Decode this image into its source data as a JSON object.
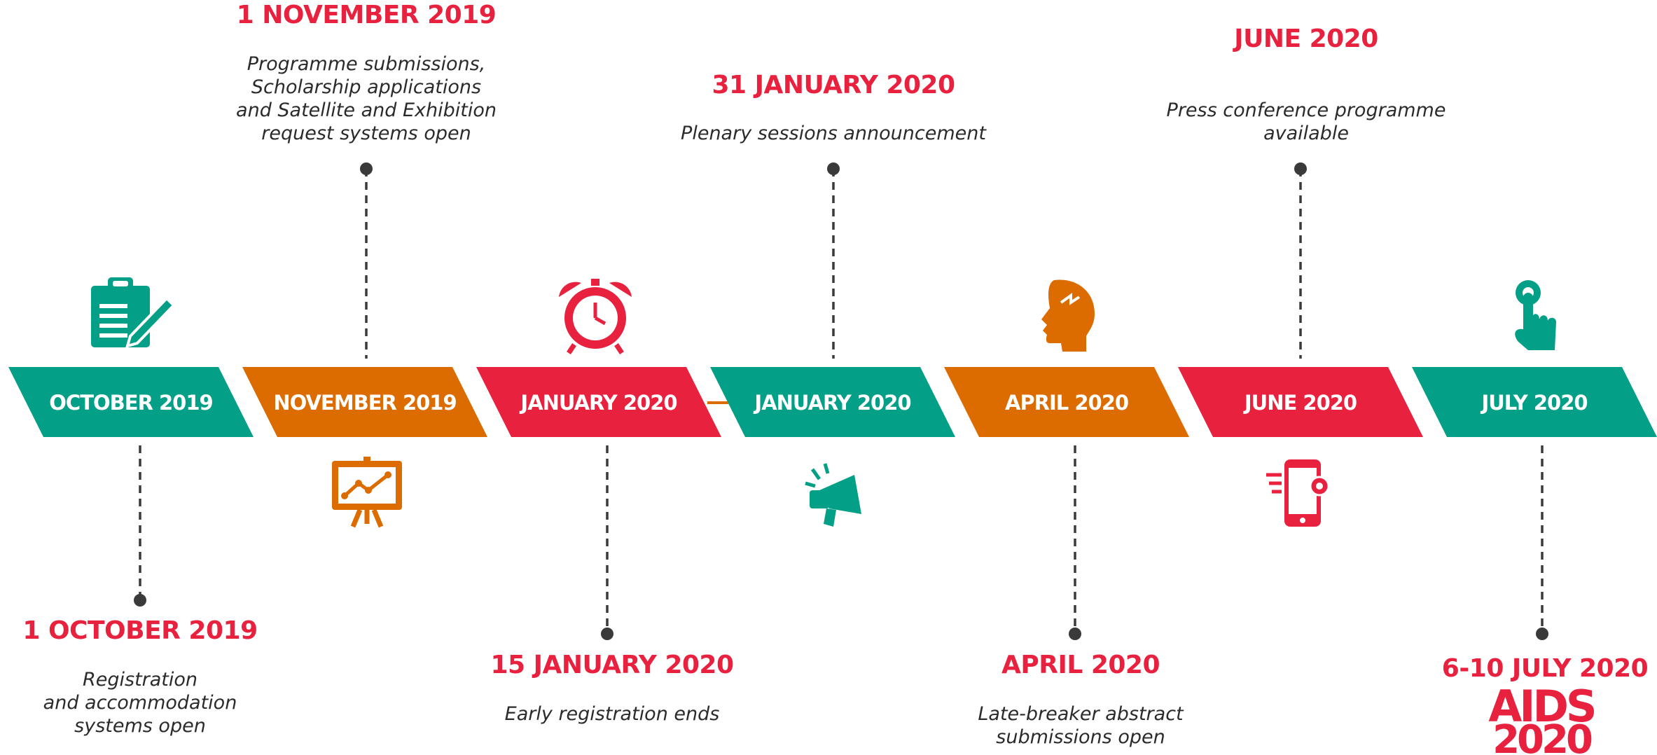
{
  "colors": {
    "teal": "#039f86",
    "orange": "#dc6b00",
    "red": "#e8213f",
    "dark": "#3a3a3a"
  },
  "stages": [
    {
      "label": "OCTOBER 2019",
      "color": "#039f86",
      "icon": "clipboard-pen-icon"
    },
    {
      "label": "NOVEMBER 2019",
      "color": "#dc6b00",
      "icon": "presentation-board-icon"
    },
    {
      "label": "JANUARY 2020",
      "color": "#e8213f",
      "icon": "alarm-clock-icon"
    },
    {
      "label": "JANUARY 2020",
      "color": "#039f86",
      "icon": "megaphone-icon"
    },
    {
      "label": "APRIL 2020",
      "color": "#dc6b00",
      "icon": "head-idea-icon"
    },
    {
      "label": "JUNE 2020",
      "color": "#e8213f",
      "icon": "smartphone-settings-icon"
    },
    {
      "label": "JULY 2020",
      "color": "#039f86",
      "icon": "finger-tap-icon"
    }
  ],
  "milestones": [
    {
      "date": "1 OCTOBER 2019",
      "desc": [
        "Registration",
        "and accommodation",
        "systems open"
      ]
    },
    {
      "date": "1 NOVEMBER 2019",
      "desc": [
        "Programme submissions,",
        "Scholarship applications",
        "and Satellite and Exhibition",
        "request systems open"
      ]
    },
    {
      "date": "15 JANUARY 2020",
      "desc": [
        "Early registration ends"
      ]
    },
    {
      "date": "31 JANUARY 2020",
      "desc": [
        "Plenary sessions announcement"
      ]
    },
    {
      "date": "APRIL 2020",
      "desc": [
        "Late-breaker abstract",
        "submissions open"
      ]
    },
    {
      "date": "JUNE 2020",
      "desc": [
        "Press conference programme",
        "available"
      ]
    },
    {
      "date": "6-10 JULY 2020",
      "desc": []
    }
  ],
  "logo": {
    "line1": "AIDS",
    "line2": "2020"
  }
}
